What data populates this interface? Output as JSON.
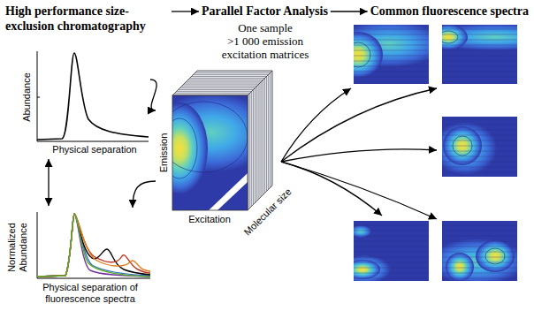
{
  "diagram": {
    "nodes": [
      {
        "text": [
          "High performance size-exclusion chromatography"
        ]
      },
      {
        "text": [
          "Parallel Factor Analysis"
        ]
      },
      {
        "text": [
          "Common fluorescence spectra"
        ]
      },
      {
        "text": [
          "Abundance",
          "Physical separation"
        ]
      },
      {
        "text": [
          "Normalized Abundance",
          "Physical separation of fluorescence spectra"
        ]
      },
      {
        "text": [
          "Emission",
          "Excitation",
          "Molecular size"
        ]
      }
    ],
    "edges": [
      {
        "from": 0,
        "to": 1,
        "arrow": "to"
      },
      {
        "from": 1,
        "to": 2,
        "arrow": "to"
      },
      {
        "from": 3,
        "to": 5,
        "arrow": "to"
      },
      {
        "from": 5,
        "to": 4,
        "arrow": "to"
      },
      {
        "from": 3,
        "to": 4,
        "arrow": "both"
      }
    ],
    "labels": [
      "One sample",
      ">1 000 emission",
      "excitation matrices"
    ]
  }
}
